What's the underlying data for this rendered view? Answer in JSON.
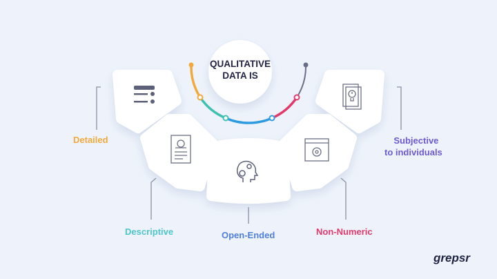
{
  "title_line1": "QUALITATIVE",
  "title_line2": "DATA IS",
  "items": [
    {
      "label": "Detailed",
      "icon": "list-icon",
      "color": "#f2a93b"
    },
    {
      "label": "Descriptive",
      "icon": "document-gear-icon",
      "color": "#4ec4cb"
    },
    {
      "label": "Open-Ended",
      "icon": "head-gears-icon",
      "color": "#4f7fd8"
    },
    {
      "label": "Non-Numeric",
      "icon": "browser-window-icon",
      "color": "#e2396b"
    },
    {
      "label": "Subjective",
      "label2": "to individuals",
      "icon": "lightbulb-document-icon",
      "color": "#6b5bd0"
    }
  ],
  "logo": "grepsr"
}
